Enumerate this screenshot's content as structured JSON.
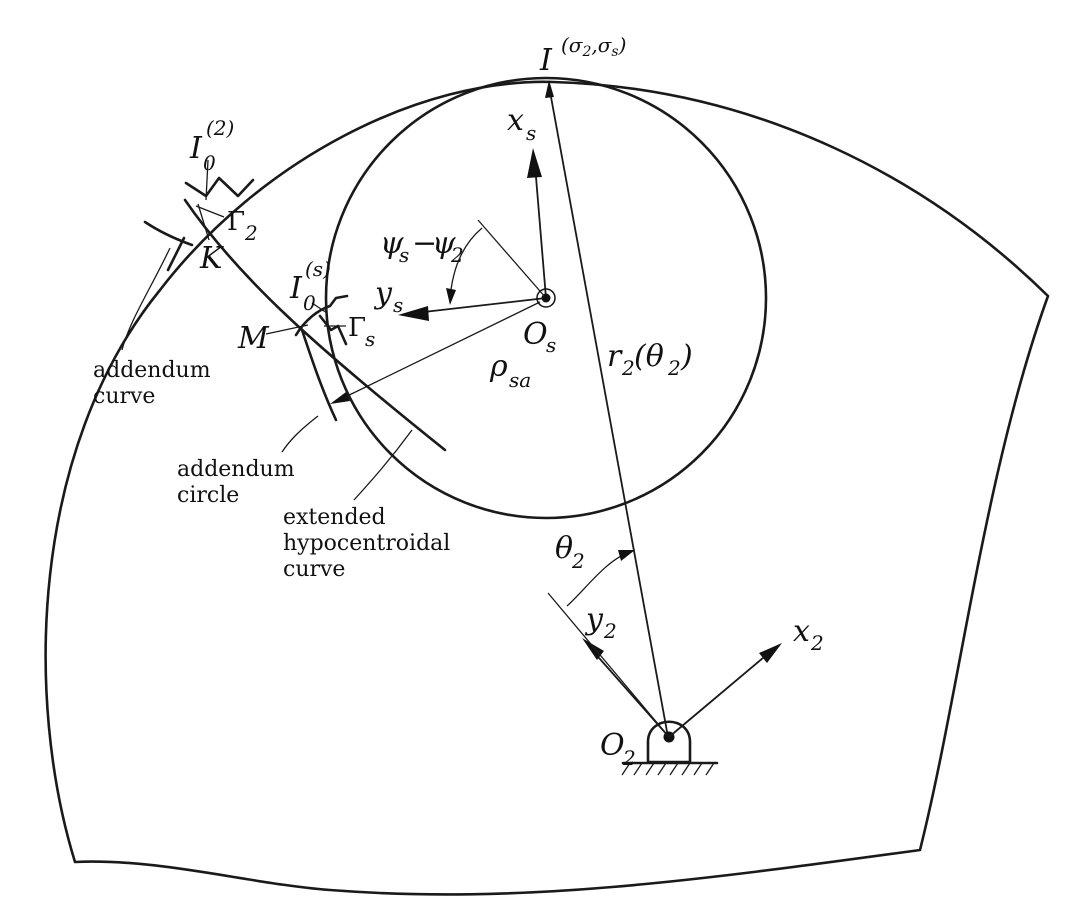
{
  "labels": {
    "I_main": "I",
    "I_main_sup": "(σ",
    "I_main_sup_s2": "2",
    "I_main_sup_mid": ",σ",
    "I_main_sup_ss": "s",
    "I_main_sup_end": ")",
    "xs": "x",
    "xs_sub": "s",
    "ys": "y",
    "ys_sub": "s",
    "Os": "O",
    "Os_sub": "s",
    "psi": "ψ",
    "psi_sub1": "s",
    "psi_minus": "−",
    "psi2": "ψ",
    "psi_sub2": "2",
    "r2": "r",
    "r2_sub": "2",
    "r2_arg": "(θ",
    "r2_arg_sub": "2",
    "r2_close": ")",
    "rho": "ρ",
    "rho_sub": "sa",
    "I02": "I",
    "I02_sub": "0",
    "I02_sup": "(2)",
    "I0s": "I",
    "I0s_sub": "0",
    "I0s_sup": "(s)",
    "Gamma2": "Γ",
    "Gamma2_sub": "2",
    "Gammas": "Γ",
    "Gammas_sub": "s",
    "K": "K",
    "M": "M",
    "theta2": "θ",
    "theta2_sub": "2",
    "y2": "y",
    "y2_sub": "2",
    "x2": "x",
    "x2_sub": "2",
    "O2": "O",
    "O2_sub": "2"
  },
  "notes": {
    "addendum_curve_1": "addendum",
    "addendum_curve_2": "curve",
    "addendum_circle_1": "addendum",
    "addendum_circle_2": "circle",
    "ext_1": "extended",
    "ext_2": "hypocentroidal",
    "ext_3": "curve"
  }
}
